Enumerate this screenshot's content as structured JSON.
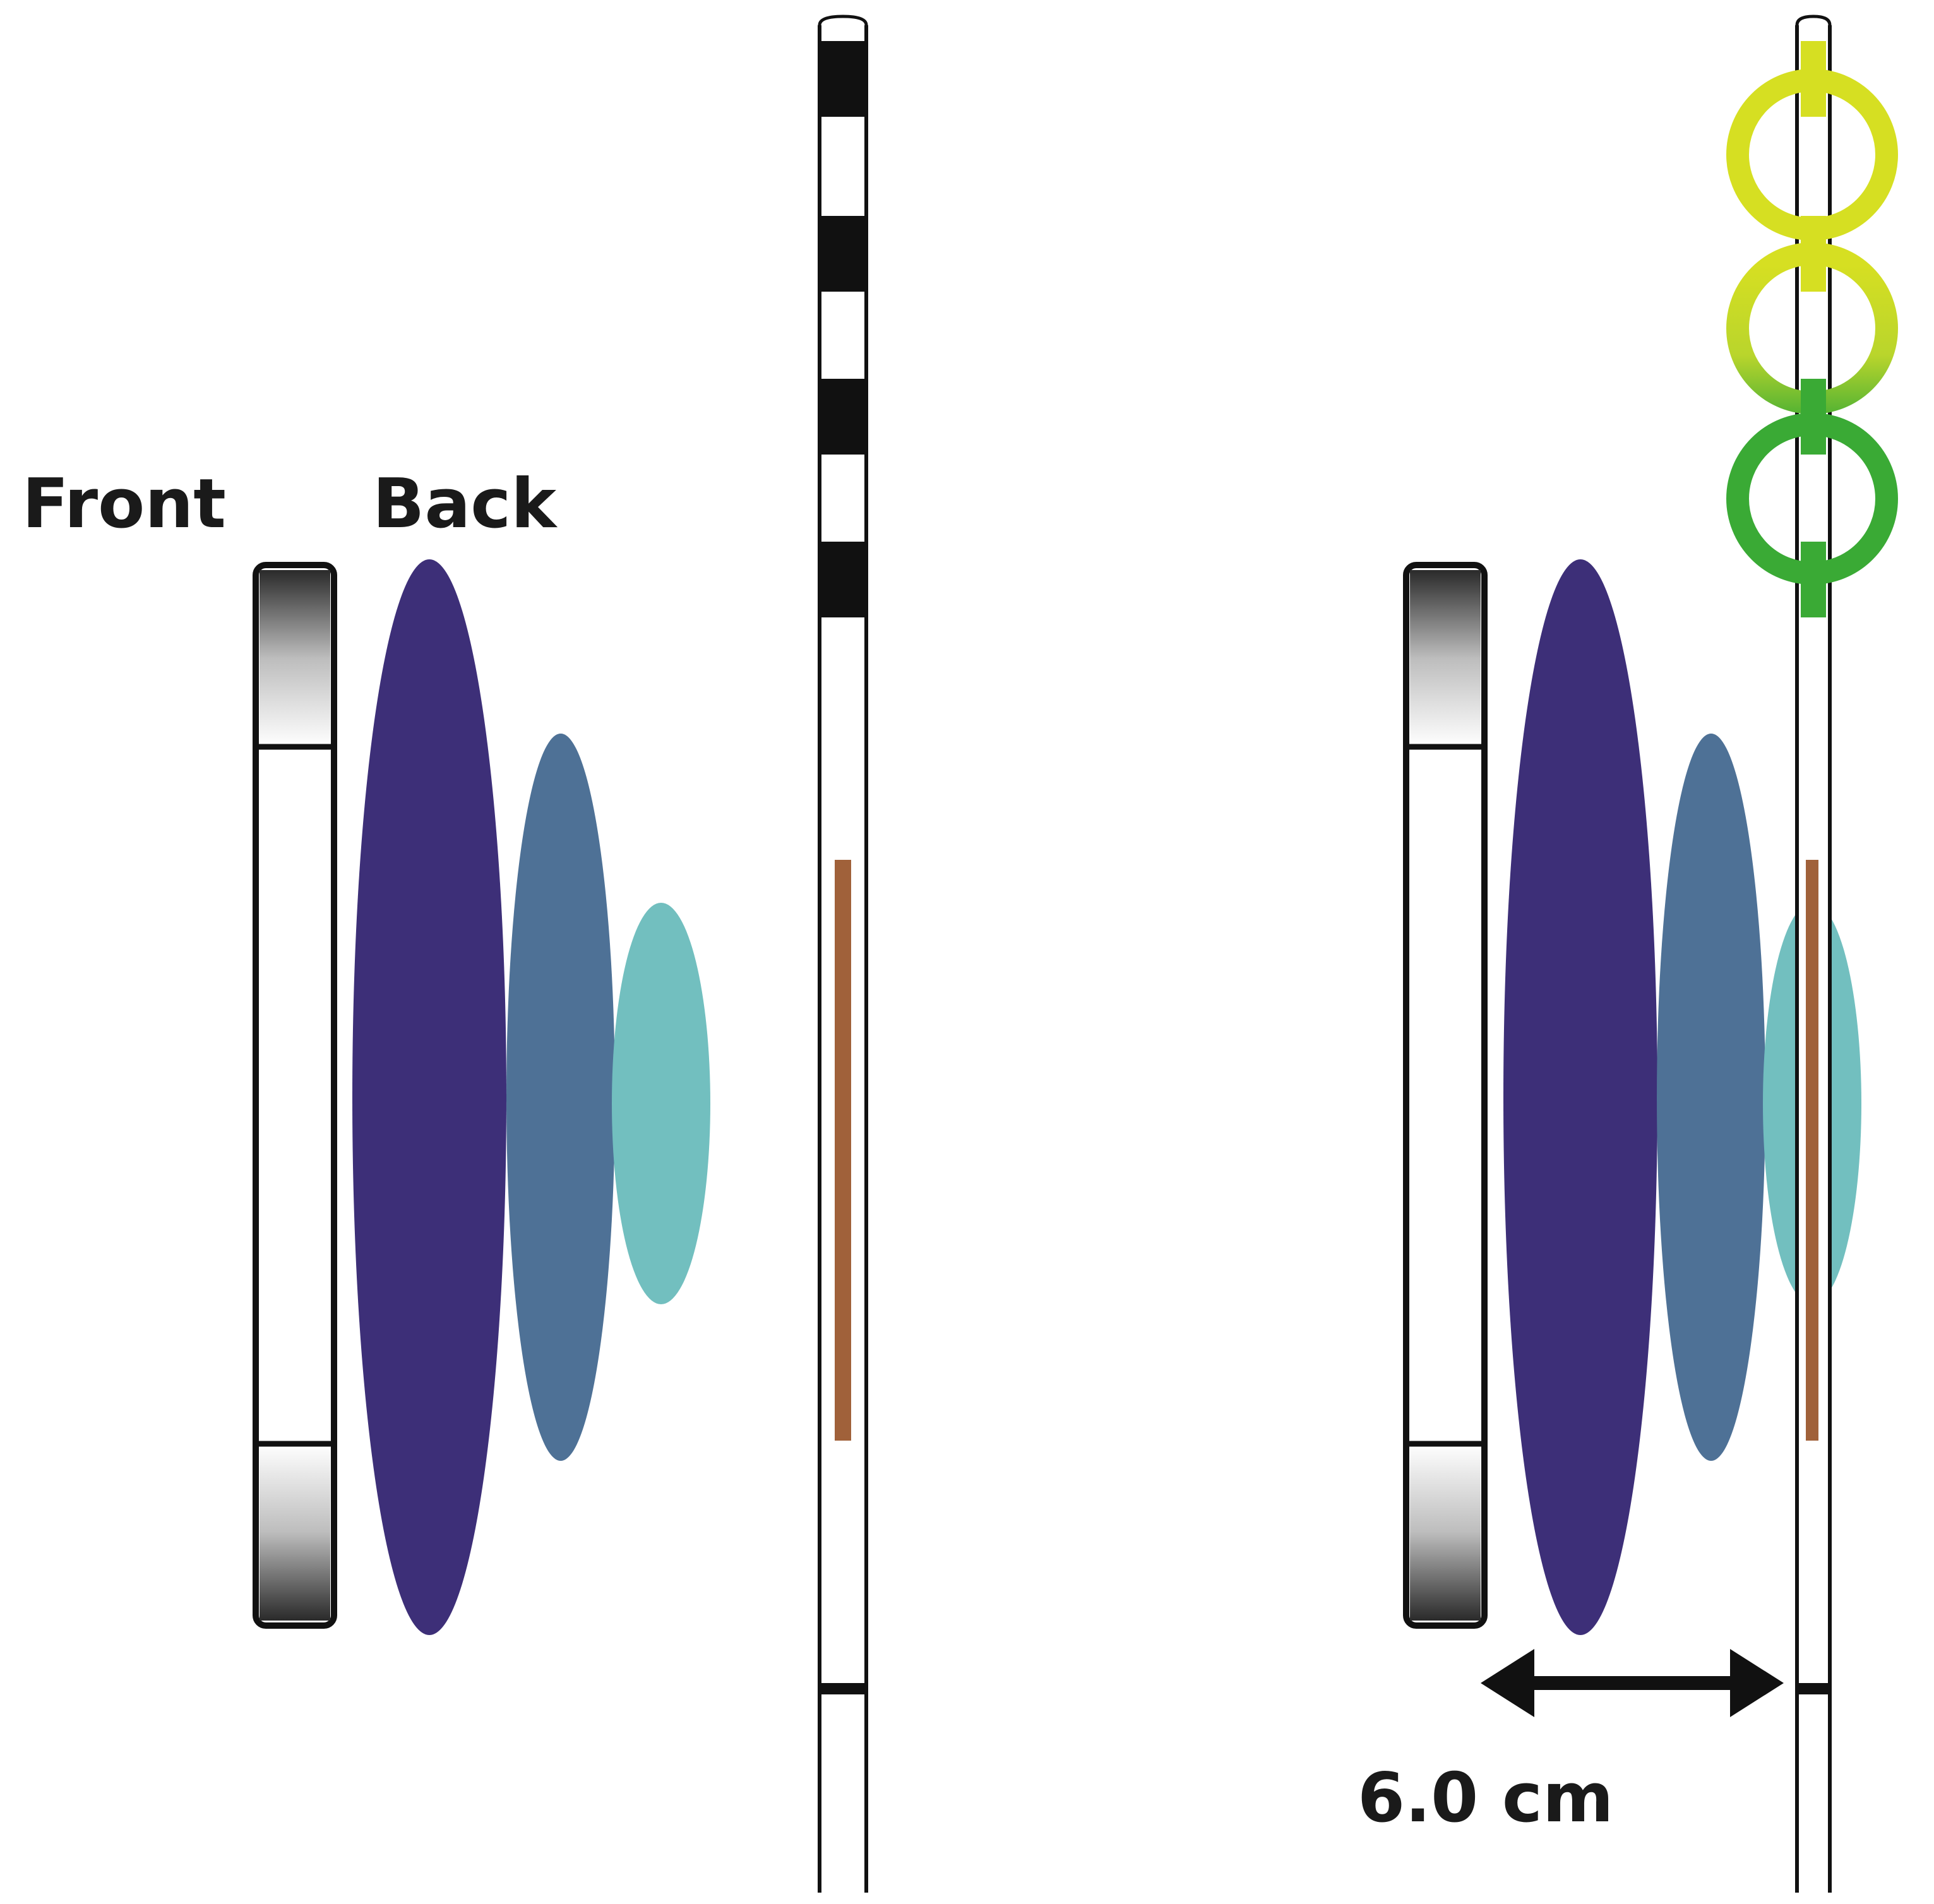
{
  "labels": {
    "front": "Front",
    "back": "Back",
    "distance": "6.0 cm"
  },
  "colors": {
    "ellipse_large": "#3d2f78",
    "ellipse_medium": "#4e7196",
    "ellipse_small": "#72bfbf",
    "brown_line": "#a0613a",
    "ring_yellow": "#d6df22",
    "ring_green": "#3aaa35",
    "outline": "#111111"
  }
}
